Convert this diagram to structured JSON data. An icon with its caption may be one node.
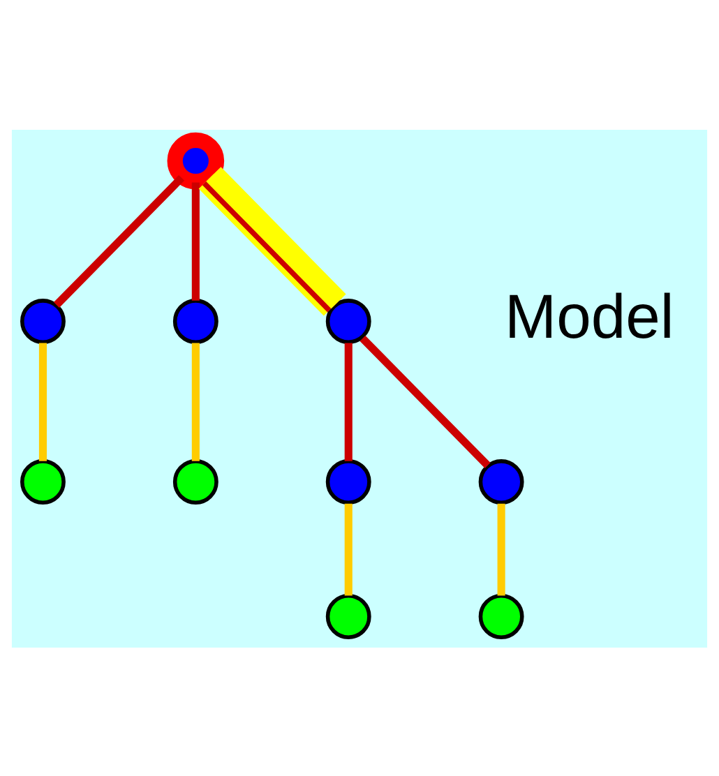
{
  "diagram": {
    "nodes": [
      {
        "text": [],
        "shape": "circle"
      },
      {
        "text": [],
        "shape": "circle"
      },
      {
        "text": [],
        "shape": "circle"
      },
      {
        "text": [],
        "shape": "circle"
      },
      {
        "text": [],
        "shape": "circle"
      },
      {
        "text": [],
        "shape": "circle"
      },
      {
        "text": [],
        "shape": "circle"
      },
      {
        "text": [],
        "shape": "circle"
      },
      {
        "text": [],
        "shape": "circle"
      },
      {
        "text": [],
        "shape": "circle"
      }
    ],
    "edges": [
      {
        "from": 4,
        "to": 1,
        "arrow": "none"
      },
      {
        "from": 1,
        "to": 0,
        "arrow": "none",
        "color": "#ffcc00"
      },
      {
        "from": 4,
        "to": 3,
        "arrow": "none"
      },
      {
        "from": 3,
        "to": 2,
        "arrow": "none",
        "color": "#ffcc00"
      },
      {
        "from": 4,
        "to": 5,
        "arrow": "none",
        "style": "thick",
        "color": "#ffff00"
      },
      {
        "from": 5,
        "to": 7,
        "arrow": "none"
      },
      {
        "from": 7,
        "to": 9,
        "arrow": "none",
        "color": "#ffcc00"
      },
      {
        "from": 5,
        "to": 6,
        "arrow": "none"
      },
      {
        "from": 6,
        "to": 8,
        "arrow": "none",
        "color": "#ffcc00"
      }
    ],
    "labels": [
      "Model"
    ]
  }
}
